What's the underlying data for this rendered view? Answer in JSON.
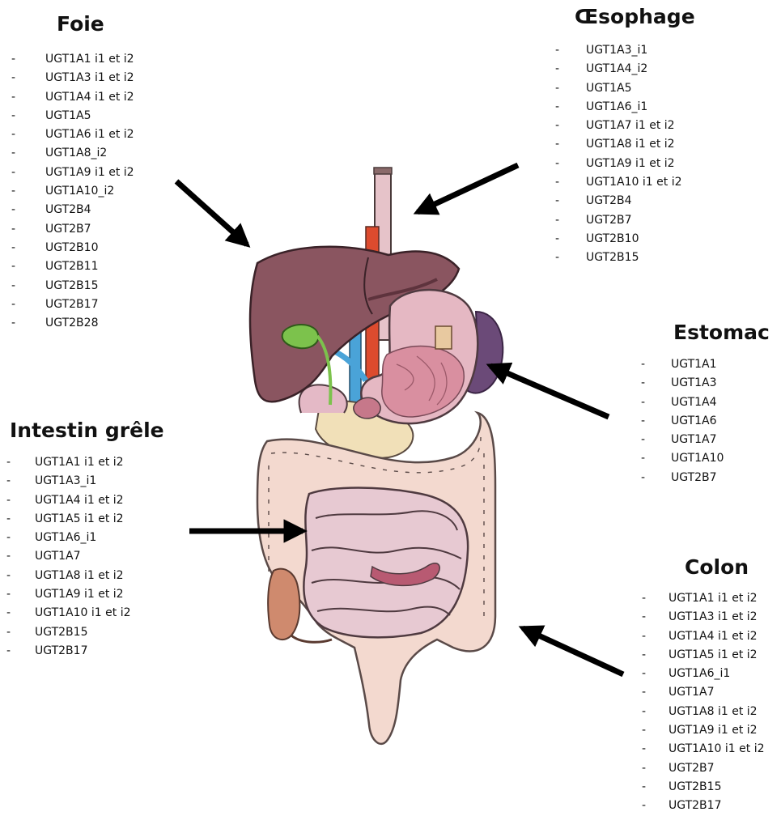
{
  "sections": {
    "foie": {
      "title": "Foie",
      "items": [
        "UGT1A1 i1 et i2",
        "UGT1A3 i1 et i2",
        "UGT1A4 i1 et i2",
        "UGT1A5",
        "UGT1A6 i1 et i2",
        "UGT1A8_i2",
        "UGT1A9 i1 et i2",
        "UGT1A10_i2",
        "UGT2B4",
        "UGT2B7",
        "UGT2B10",
        "UGT2B11",
        "UGT2B15",
        "UGT2B17",
        "UGT2B28"
      ]
    },
    "oesophage": {
      "title": "Œsophage",
      "items": [
        "UGT1A3_i1",
        "UGT1A4_i2",
        "UGT1A5",
        "UGT1A6_i1",
        "UGT1A7 i1 et i2",
        "UGT1A8 i1 et i2",
        "UGT1A9 i1 et i2",
        "UGT1A10 i1 et i2",
        "UGT2B4",
        "UGT2B7",
        "UGT2B10",
        "UGT2B15"
      ]
    },
    "estomac": {
      "title": "Estomac",
      "items": [
        "UGT1A1",
        "UGT1A3",
        "UGT1A4",
        "UGT1A6",
        "UGT1A7",
        "UGT1A10",
        "UGT2B7"
      ]
    },
    "intestin": {
      "title": "Intestin grêle",
      "items": [
        "UGT1A1 i1 et i2",
        "UGT1A3_i1",
        "UGT1A4 i1 et i2",
        "UGT1A5 i1 et i2",
        "UGT1A6_i1",
        "UGT1A7",
        "UGT1A8 i1 et i2",
        "UGT1A9 i1 et i2",
        "UGT1A10 i1 et i2",
        "UGT2B15",
        "UGT2B17"
      ]
    },
    "colon": {
      "title": "Colon",
      "items": [
        "UGT1A1 i1 et i2",
        "UGT1A3 i1 et i2",
        "UGT1A4 i1 et i2",
        "UGT1A5 i1 et i2",
        "UGT1A6_i1",
        "UGT1A7",
        "UGT1A8 i1 et i2",
        "UGT1A9 i1 et i2",
        "UGT1A10 i1 et i2",
        "UGT2B7",
        "UGT2B15",
        "UGT2B17"
      ]
    }
  },
  "colors": {
    "liver": "#8a5560",
    "liver_dark": "#5e333d",
    "stomach": "#e5b8c3",
    "stomach_inner": "#d98fa0",
    "colon": "#f3d9cf",
    "colon_outline": "#5a4a48",
    "small_intestine": "#e7c9d2",
    "gallbladder": "#7cc24c",
    "vein": "#4aa3d8",
    "artery": "#dd4b2e",
    "arrow": "#000000"
  }
}
